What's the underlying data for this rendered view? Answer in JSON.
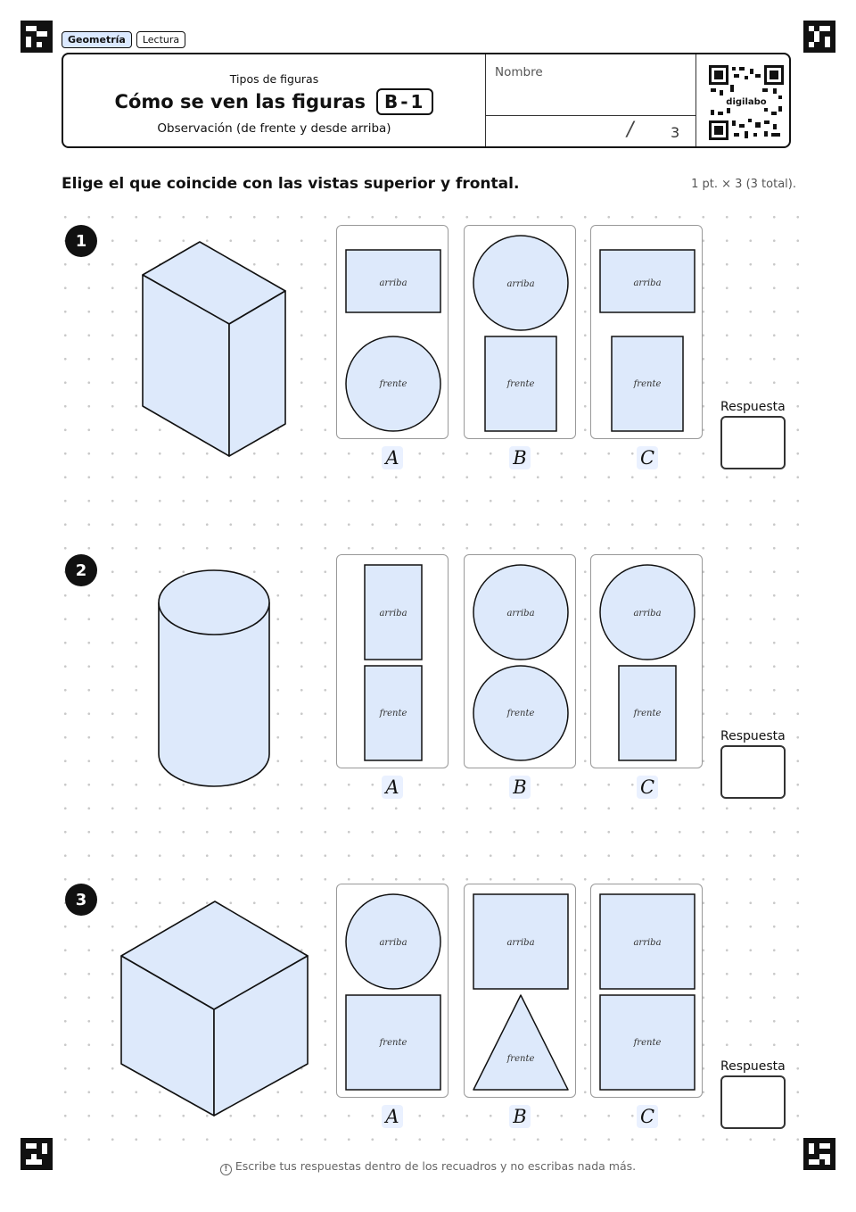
{
  "tags": [
    "Geometría",
    "Lectura"
  ],
  "header": {
    "subject": "Tipos de figuras",
    "title": "Cómo se ven las figuras",
    "code": "B-1",
    "description": "Observación (de frente y desde arriba)",
    "name_label": "Nombre",
    "score_slash": "/",
    "score_total": "3",
    "qr_text": "digilabo"
  },
  "instruction": "Elige el que coincide con las vistas superior y frontal.",
  "points": "1 pt. × 3 (3 total).",
  "view_labels": {
    "top": "arriba",
    "front": "frente"
  },
  "answer_label": "Respuesta",
  "option_letters": [
    "A",
    "B",
    "C"
  ],
  "questions": [
    {
      "number": "1",
      "solid": "rectangular-prism",
      "options": [
        {
          "top": "rectangle",
          "front": "circle"
        },
        {
          "top": "circle",
          "front": "tall-rectangle"
        },
        {
          "top": "rectangle",
          "front": "tall-rectangle"
        }
      ]
    },
    {
      "number": "2",
      "solid": "cylinder",
      "options": [
        {
          "top": "tall-rectangle",
          "front": "tall-rectangle"
        },
        {
          "top": "circle",
          "front": "circle"
        },
        {
          "top": "circle",
          "front": "tall-rectangle"
        }
      ]
    },
    {
      "number": "3",
      "solid": "cube",
      "options": [
        {
          "top": "circle",
          "front": "square"
        },
        {
          "top": "square",
          "front": "triangle"
        },
        {
          "top": "square",
          "front": "square"
        }
      ]
    }
  ],
  "footer": "Escribe tus respuestas dentro de los recuadros y no escribas nada más.",
  "colors": {
    "shape_fill": "#dde9fb",
    "accent_tag": "#dbe9ff",
    "ink": "#111111"
  }
}
